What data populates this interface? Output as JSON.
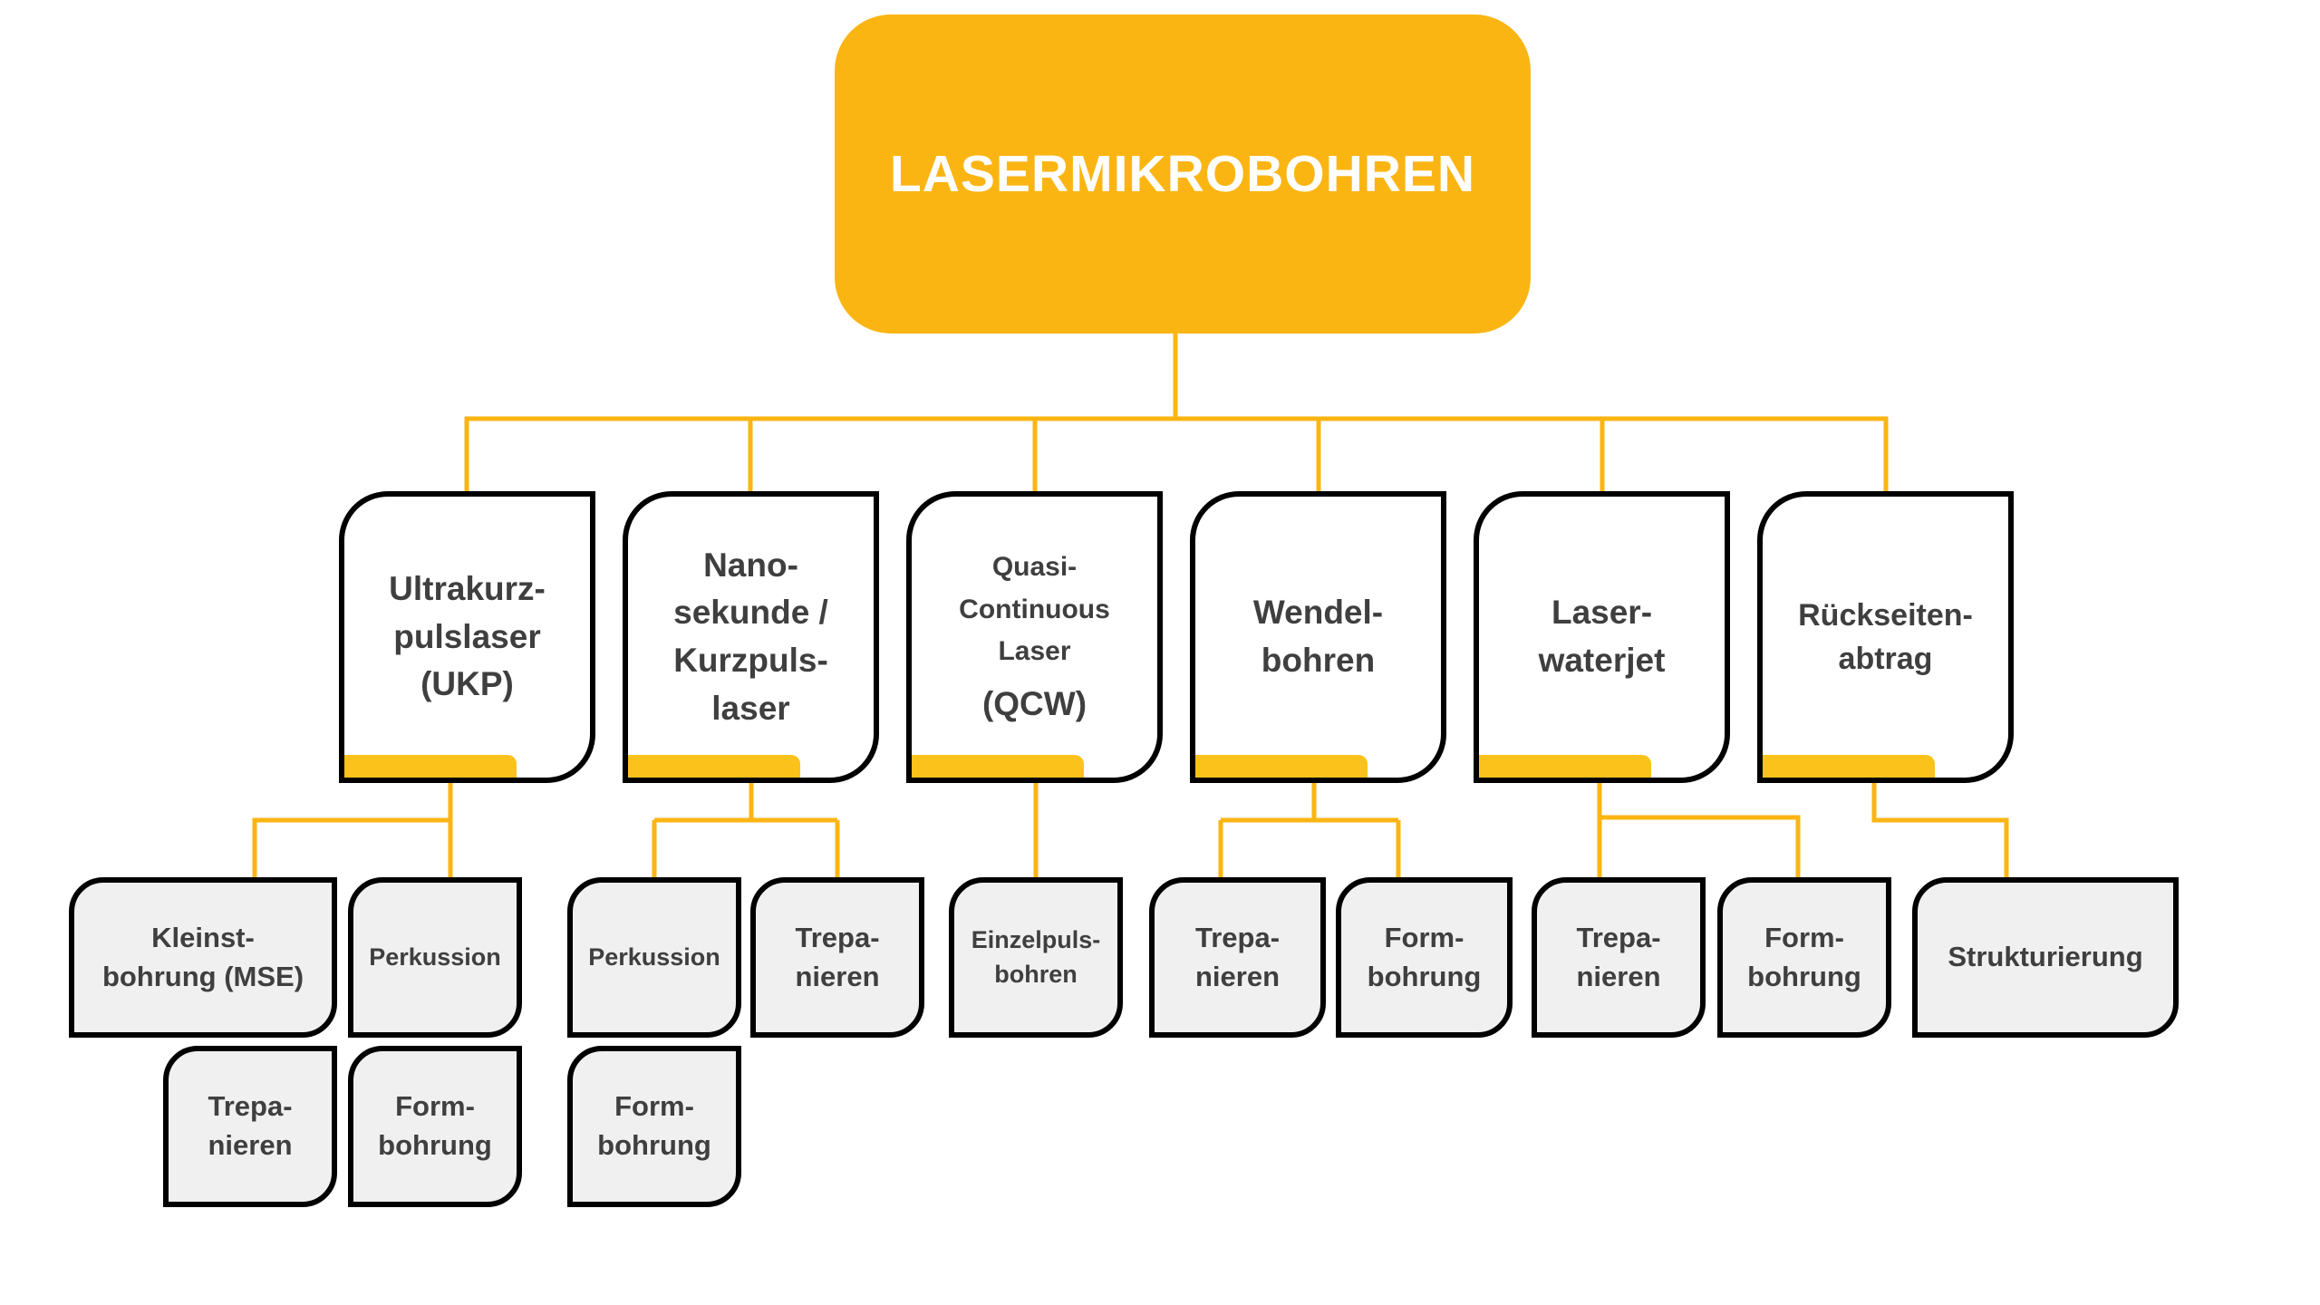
{
  "diagram": {
    "type": "hierarchy-tree",
    "title": "LASERMIKROBOHREN",
    "colors": {
      "accent": "#FBB513",
      "bar": "#FCC21C",
      "border": "#000000",
      "childFill": "#F0F0F0",
      "text": "#3F3F3F",
      "rootText": "#FFFFFF",
      "background": "#FFFFFF"
    },
    "nodes": {
      "root": {
        "label": "LASERMIKROBOHREN"
      },
      "ukp": {
        "label": "Ultrakurz-\npulslaser\n(UKP)"
      },
      "nano": {
        "label": "Nano-\nsekunde /\nKurzpuls-\nlaser"
      },
      "qcw": {
        "label_top": "Quasi-\nContinuous\nLaser",
        "label_bottom": "(QCW)"
      },
      "wendel": {
        "label": "Wendel-\nbohren"
      },
      "laserwaterjet": {
        "label": "Laser-\nwaterjet"
      },
      "rueckseiten": {
        "label": "Rückseiten-\nabtrag"
      },
      "kleinstbohrung": {
        "label": "Kleinst-\nbohrung (MSE)"
      },
      "perkussion_ukp": {
        "label": "Perkussion"
      },
      "trepanieren_ukp": {
        "label": "Trepa-\nnieren"
      },
      "formbohrung_ukp": {
        "label": "Form-\nbohrung"
      },
      "perkussion_nano": {
        "label": "Perkussion"
      },
      "trepanieren_nano": {
        "label": "Trepa-\nnieren"
      },
      "formbohrung_nano": {
        "label": "Form-\nbohrung"
      },
      "einzelpulsbohren": {
        "label": "Einzelpuls-\nbohren"
      },
      "trepanieren_wendel": {
        "label": "Trepa-\nnieren"
      },
      "formbohrung_wendel": {
        "label": "Form-\nbohrung"
      },
      "trepanieren_lwj": {
        "label": "Trepa-\nnieren"
      },
      "formbohrung_lwj": {
        "label": "Form-\nbohrung"
      },
      "strukturierung": {
        "label": "Strukturierung"
      }
    },
    "hierarchy": {
      "root": [
        "ukp",
        "nano",
        "qcw",
        "wendel",
        "laserwaterjet",
        "rueckseiten"
      ],
      "ukp": [
        "kleinstbohrung",
        "perkussion_ukp",
        "trepanieren_ukp",
        "formbohrung_ukp"
      ],
      "nano": [
        "perkussion_nano",
        "trepanieren_nano",
        "formbohrung_nano"
      ],
      "qcw": [
        "einzelpulsbohren"
      ],
      "wendel": [
        "trepanieren_wendel",
        "formbohrung_wendel"
      ],
      "laserwaterjet": [
        "trepanieren_lwj",
        "formbohrung_lwj"
      ],
      "rueckseiten": [
        "strukturierung"
      ]
    }
  }
}
